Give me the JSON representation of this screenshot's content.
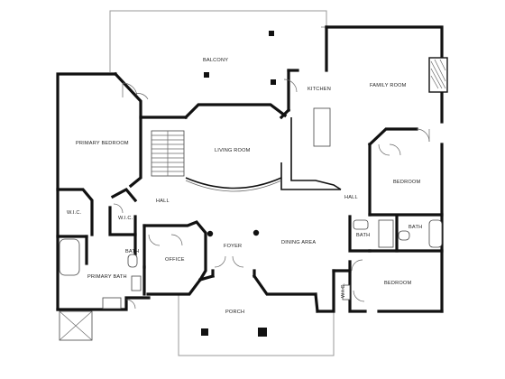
{
  "floorplan": {
    "rooms": {
      "balcony": "BALCONY",
      "kitchen": "KITCHEN",
      "family_room": "FAMILY ROOM",
      "primary_bedroom": "PRIMARY BEDROOM",
      "living_room": "LIVING ROOM",
      "bedroom_upper": "BEDROOM",
      "hall_left": "HALL",
      "hall_right": "HALL",
      "wic_left": "W.I.C.",
      "wic_small": "W.I.C.",
      "bath_small": "BATH",
      "bath_mid": "BATH",
      "bath_right": "BATH",
      "office": "OFFICE",
      "foyer": "FOYER",
      "dining_area": "DINING AREA",
      "primary_bath": "PRIMARY BATH",
      "bedroom_lower": "BEDROOM",
      "wic_right": "W.I.C.",
      "porch": "PORCH"
    }
  }
}
